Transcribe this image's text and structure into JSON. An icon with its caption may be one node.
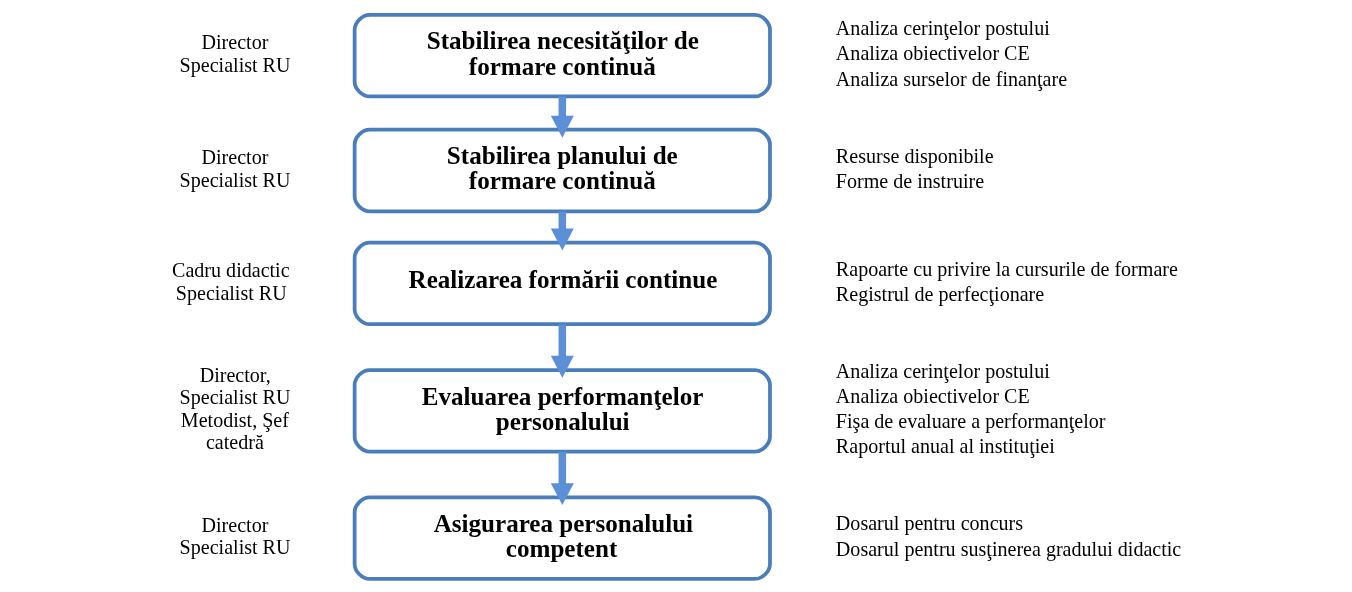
{
  "diagram": {
    "nodes": [
      {
        "text": [
          "Stabilirea necesităţilor de formare continuă"
        ],
        "beside": [
          "Director Specialist RU",
          "Analiza cerinţelor postului",
          "Analiza obiectivelor CE",
          "Analiza surselor de finanţare"
        ]
      },
      {
        "text": [
          "Stabilirea planului de formare continuă"
        ],
        "beside": [
          "Director Specialist RU",
          "Resurse disponibile",
          "Forme de instruire"
        ]
      },
      {
        "text": [
          "Realizarea formării continue"
        ],
        "beside": [
          "Cadru didactic Specialist RU",
          "Rapoarte cu privire la cursurile de formare",
          "Registrul de perfecţionare"
        ]
      },
      {
        "text": [
          "Evaluarea performanţelor personalului"
        ],
        "beside": [
          "Director, Specialist RU Metodist, Şef catedră",
          "Analiza cerinţelor postului",
          "Analiza obiectivelor CE",
          "Fişa de evaluare a performanţelor",
          "Raportul anual al instituţiei"
        ]
      },
      {
        "text": [
          "Asigurarea personalului competent"
        ],
        "beside": [
          "Director Specialist RU",
          "Dosarul pentru concurs",
          "Dosarul pentru susţinerea gradului didactic"
        ]
      }
    ],
    "edges": [
      {
        "from": 0,
        "to": 1,
        "arrow": "to"
      },
      {
        "from": 1,
        "to": 2,
        "arrow": "to"
      },
      {
        "from": 2,
        "to": 3,
        "arrow": "to"
      },
      {
        "from": 3,
        "to": 4,
        "arrow": "to"
      }
    ]
  }
}
